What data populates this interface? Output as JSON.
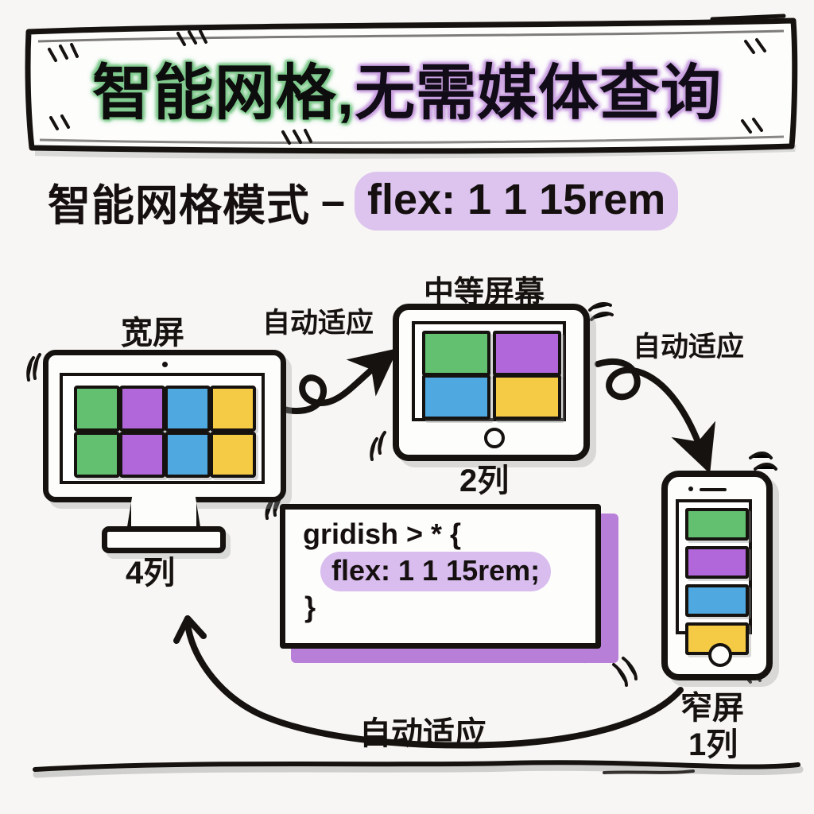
{
  "page": {
    "background_color": "#f7f6f4",
    "ink_color": "#15120f"
  },
  "banner": {
    "title_part_green": "智能网格,",
    "title_part_purple": "无需媒体查询",
    "green_glow": "#7ec98c",
    "purple_glow": "#c9a0e0"
  },
  "subtitle": {
    "label": "智能网格模式",
    "dash": "–",
    "code": "flex: 1 1 15rem",
    "highlight_color": "#dcc4ee"
  },
  "palette": {
    "green": "#63c071",
    "purple": "#b166d9",
    "blue": "#4fa8e0",
    "yellow": "#f5ca45"
  },
  "devices": {
    "desktop": {
      "top_label": "宽屏",
      "bottom_label": "4列",
      "columns": 4,
      "tiles": [
        "green",
        "purple",
        "blue",
        "yellow",
        "green",
        "purple",
        "blue",
        "yellow"
      ]
    },
    "tablet": {
      "top_label": "中等屏幕",
      "bottom_label": "2列",
      "columns": 2,
      "tiles": [
        "green",
        "purple",
        "blue",
        "yellow"
      ]
    },
    "phone": {
      "top_label": "窄屏",
      "bottom_label": "1列",
      "columns": 1,
      "tiles": [
        "green",
        "purple",
        "blue",
        "yellow"
      ]
    }
  },
  "code_box": {
    "line1": "gridish > * {",
    "line2": "flex: 1 1 15rem;",
    "line3": "}",
    "highlight_color": "#d9bdee",
    "shadow_color": "#b87fd8"
  },
  "arrows": {
    "desktop_to_tablet_label": "自动适应",
    "tablet_to_phone_label": "自动适应",
    "phone_to_desktop_label": "自动适应"
  }
}
